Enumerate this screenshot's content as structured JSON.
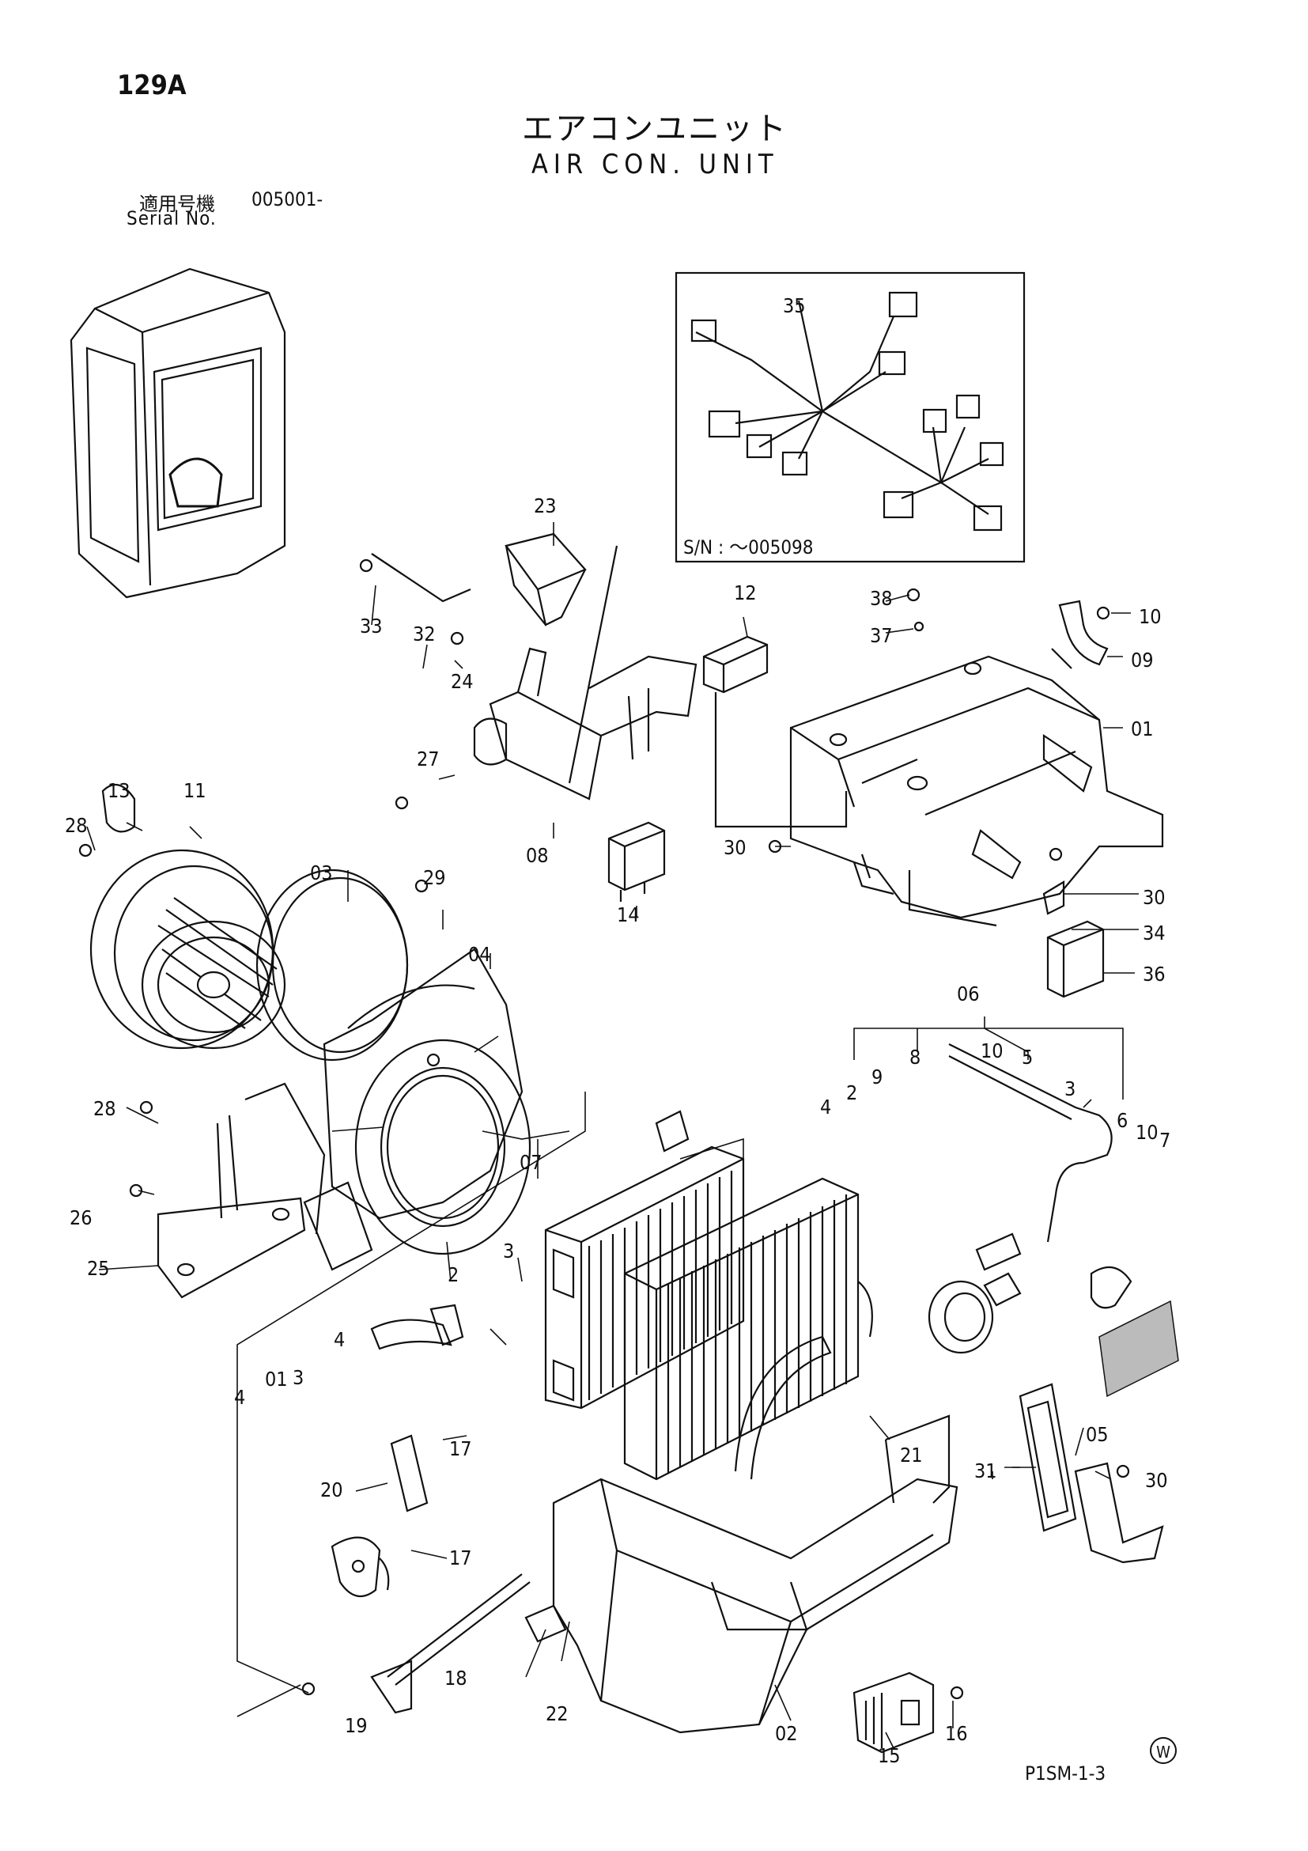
{
  "page": {
    "number": "129A",
    "title_jp": "エアコンユニット",
    "title_en": "AIR CON. UNIT",
    "serial_label_jp": "適用号機",
    "serial_value": "005001-",
    "serial_label_en": "Serial No.",
    "drawing_code": "P1SM-1-3",
    "mark": "W"
  },
  "inset": {
    "note": "S/N :   ～005098",
    "part": "35"
  },
  "parts": [
    "01",
    "02",
    "03",
    "04",
    "05",
    "06",
    "07",
    "08",
    "09",
    "10",
    "11",
    "12",
    "13",
    "14",
    "15",
    "16",
    "17",
    "18",
    "19",
    "20",
    "21",
    "22",
    "23",
    "24",
    "25",
    "26",
    "27",
    "28",
    "29",
    "30",
    "31",
    "32",
    "33",
    "34",
    "35",
    "36",
    "37",
    "38",
    "2",
    "3",
    "4",
    "5",
    "6",
    "7",
    "8",
    "9"
  ]
}
